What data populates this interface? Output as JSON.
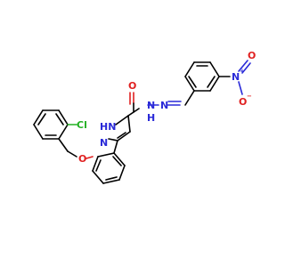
{
  "labels": {
    "o_carbonyl": "O",
    "nh_amide": "N",
    "h_amide": "H",
    "n_imine": "N",
    "n_nitro": "N",
    "plus": "+",
    "o_nitro_top": "O",
    "o_nitro_minus": "O",
    "minus": "−",
    "nh_pyrazole": "HN",
    "n_pyrazole": "N",
    "o_ether": "O",
    "cl": "Cl"
  },
  "colors": {
    "carbon": "#000000",
    "nitrogen": "#2a2ad8",
    "oxygen": "#e02020",
    "chlorine": "#22b022"
  }
}
